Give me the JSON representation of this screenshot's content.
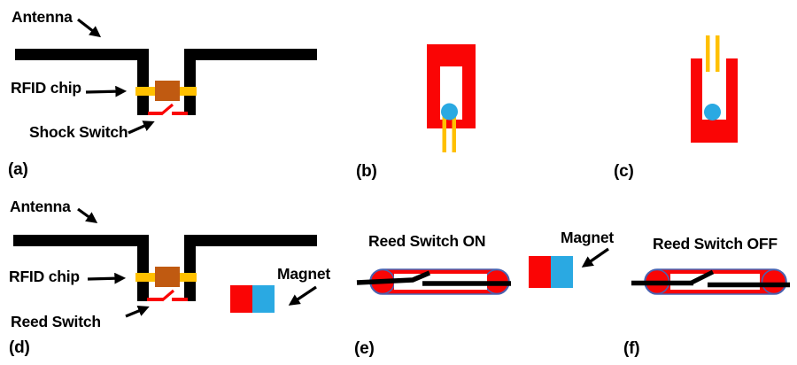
{
  "colors": {
    "red": "#fa0505",
    "gold": "#ffc000",
    "chip_brown": "#c05a11",
    "ball_blue": "#2aa9e2",
    "magnet_blue": "#2aa9e2",
    "capsule_outline": "#4a62b0",
    "black": "#000000",
    "white": "#ffffff"
  },
  "panels": {
    "a": {
      "letter": "(a)",
      "antenna_label": "Antenna",
      "chip_label": "RFID chip",
      "switch_label": "Shock Switch"
    },
    "b": {
      "letter": "(b)"
    },
    "c": {
      "letter": "(c)"
    },
    "d": {
      "letter": "(d)",
      "antenna_label": "Antenna",
      "chip_label": "RFID chip",
      "switch_label": "Reed Switch",
      "magnet_label": "Magnet"
    },
    "e": {
      "letter": "(e)",
      "title": "Reed Switch ON",
      "magnet_label": "Magnet"
    },
    "f": {
      "letter": "(f)",
      "title": "Reed Switch OFF"
    }
  }
}
